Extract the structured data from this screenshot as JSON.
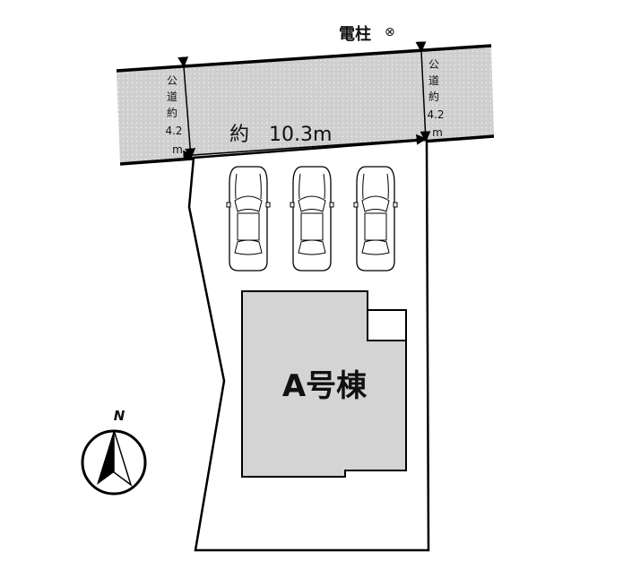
{
  "utility_pole": {
    "label": "電柱",
    "symbol": "⊗"
  },
  "road_width_left": [
    "公",
    "道",
    "約",
    "4.2",
    "m"
  ],
  "road_width_right": [
    "公",
    "道",
    "約",
    "4.2",
    "m"
  ],
  "frontage_label": "約　10.3m",
  "building_label": "A号棟",
  "north_label": "N",
  "parking_spaces": 3,
  "colors": {
    "road_fill": "#d0d0d0",
    "building_fill": "#d4d4d4",
    "outline": "#000000"
  }
}
